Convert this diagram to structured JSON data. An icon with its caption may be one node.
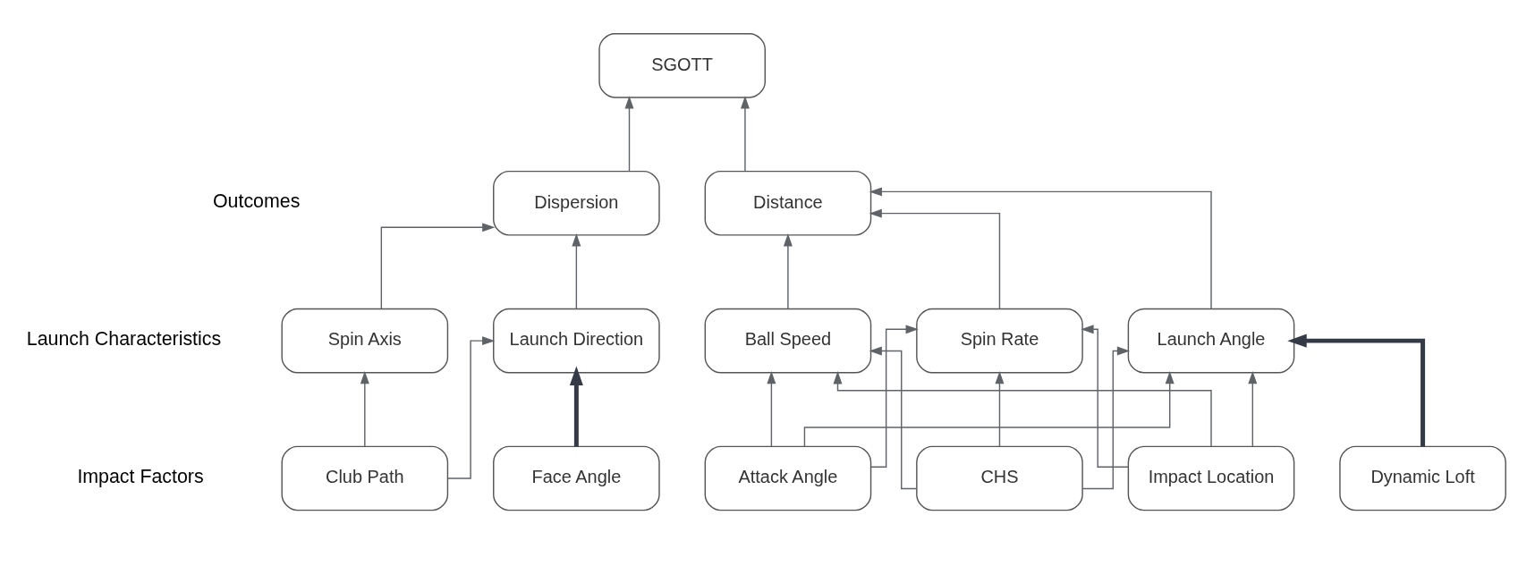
{
  "diagram": {
    "nodes": [
      {
        "text": [
          "SGOTT"
        ]
      },
      {
        "text": [
          "Distance"
        ]
      },
      {
        "text": [
          "Dispersion"
        ]
      },
      {
        "text": [
          "Ball Speed"
        ]
      },
      {
        "text": [
          "Spin Rate"
        ]
      },
      {
        "text": [
          "Launch Angle"
        ]
      },
      {
        "text": [
          "Spin Axis"
        ]
      },
      {
        "text": [
          "Launch Direction"
        ]
      },
      {
        "text": [
          "CHS"
        ]
      },
      {
        "text": [
          "Impact Location"
        ]
      },
      {
        "text": [
          "Attack Angle"
        ]
      },
      {
        "text": [
          "Dynamic Loft"
        ]
      },
      {
        "text": [
          "Club Path"
        ]
      },
      {
        "text": [
          "Face Angle"
        ]
      }
    ],
    "edges": [
      {
        "from": 1,
        "to": 0,
        "arrow": "to"
      },
      {
        "from": 2,
        "to": 0,
        "arrow": "to"
      },
      {
        "from": 3,
        "to": 1,
        "arrow": "to"
      },
      {
        "from": 4,
        "to": 1,
        "arrow": "to"
      },
      {
        "from": 5,
        "to": 1,
        "arrow": "to"
      },
      {
        "from": 6,
        "to": 2,
        "arrow": "to"
      },
      {
        "from": 7,
        "to": 2,
        "arrow": "to"
      },
      {
        "from": 8,
        "to": 3,
        "arrow": "to"
      },
      {
        "from": 8,
        "to": 4,
        "arrow": "to"
      },
      {
        "from": 8,
        "to": 5,
        "arrow": "to"
      },
      {
        "from": 9,
        "to": 3,
        "arrow": "to"
      },
      {
        "from": 9,
        "to": 4,
        "arrow": "to"
      },
      {
        "from": 9,
        "to": 5,
        "arrow": "to"
      },
      {
        "from": 10,
        "to": 3,
        "arrow": "to"
      },
      {
        "from": 10,
        "to": 4,
        "arrow": "to"
      },
      {
        "from": 10,
        "to": 5,
        "arrow": "to"
      },
      {
        "from": 11,
        "to": 5,
        "arrow": "to",
        "style": "thick",
        "color": "#343a46"
      },
      {
        "from": 12,
        "to": 6,
        "arrow": "to"
      },
      {
        "from": 12,
        "to": 7,
        "arrow": "to"
      },
      {
        "from": 13,
        "to": 7,
        "arrow": "to",
        "style": "thick",
        "color": "#343a46"
      }
    ],
    "labels": [
      "Outcomes",
      "Launch Characteristics",
      "Impact Factors"
    ]
  }
}
